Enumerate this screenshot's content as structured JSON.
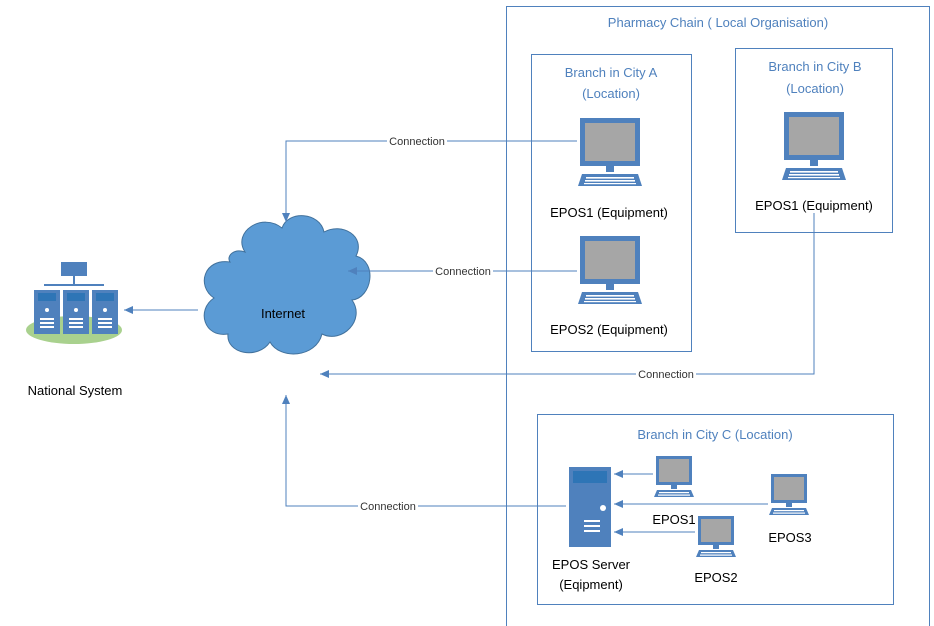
{
  "diagram": {
    "organisation_title": "Pharmacy Chain ( Local Organisation)",
    "branch_a": {
      "line1": "Branch in City A",
      "line2": "(Location)",
      "epos1": "EPOS1 (Equipment)",
      "epos2": "EPOS2 (Equipment)"
    },
    "branch_b": {
      "line1": "Branch in City B",
      "line2": "(Location)",
      "epos1": "EPOS1 (Equipment)"
    },
    "branch_c": {
      "title": "Branch in City C (Location)",
      "server_line1": "EPOS Server",
      "server_line2": "(Eqipment)",
      "epos1": "EPOS1",
      "epos2": "EPOS2",
      "epos3": "EPOS3"
    },
    "internet": "Internet",
    "national_system": "National System",
    "connections": [
      "Connection",
      "Connection",
      "Connection",
      "Connection"
    ]
  },
  "colors": {
    "accent": "#4f81bd",
    "cloud": "#5b9bd5",
    "monitor_screen": "#a6a6a6",
    "grass": "#a9d18e"
  }
}
